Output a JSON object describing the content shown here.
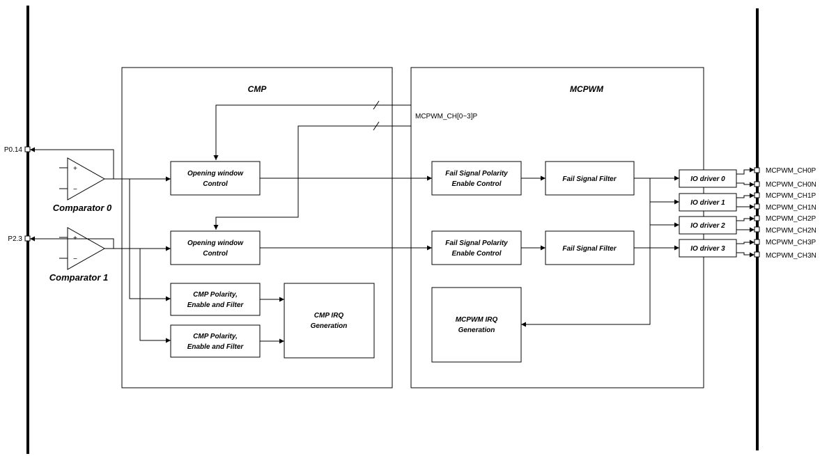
{
  "blocks": {
    "cmp_title": "CMP",
    "mcpwm_title": "MCPWM",
    "bus_label": "MCPWM_CH[0~3]P",
    "opening_window_0": [
      "Opening window",
      "Control"
    ],
    "opening_window_1": [
      "Opening window",
      "Control"
    ],
    "cmp_polarity_0": [
      "CMP Polarity,",
      "Enable and Filter"
    ],
    "cmp_polarity_1": [
      "CMP Polarity,",
      "Enable and Filter"
    ],
    "cmp_irq": [
      "CMP IRQ",
      "Generation"
    ],
    "fail_polarity_0": [
      "Fail Signal Polarity",
      "Enable Control"
    ],
    "fail_polarity_1": [
      "Fail Signal Polarity",
      "Enable Control"
    ],
    "fail_filter_0": "Fail Signal Filter",
    "fail_filter_1": "Fail Signal Filter",
    "mcpwm_irq": [
      "MCPWM IRQ",
      "Generation"
    ],
    "io_drivers": [
      "IO driver 0",
      "IO driver 1",
      "IO driver 2",
      "IO driver 3"
    ]
  },
  "comparators": [
    {
      "name": "Comparator 0",
      "pin": "P0.14",
      "plus": "+",
      "minus": "−"
    },
    {
      "name": "Comparator 1",
      "pin": "P2.3",
      "plus": "+",
      "minus": "−"
    }
  ],
  "output_pins": [
    "MCPWM_CH0P",
    "MCPWM_CH0N",
    "MCPWM_CH1P",
    "MCPWM_CH1N",
    "MCPWM_CH2P",
    "MCPWM_CH2N",
    "MCPWM_CH3P",
    "MCPWM_CH3N"
  ]
}
